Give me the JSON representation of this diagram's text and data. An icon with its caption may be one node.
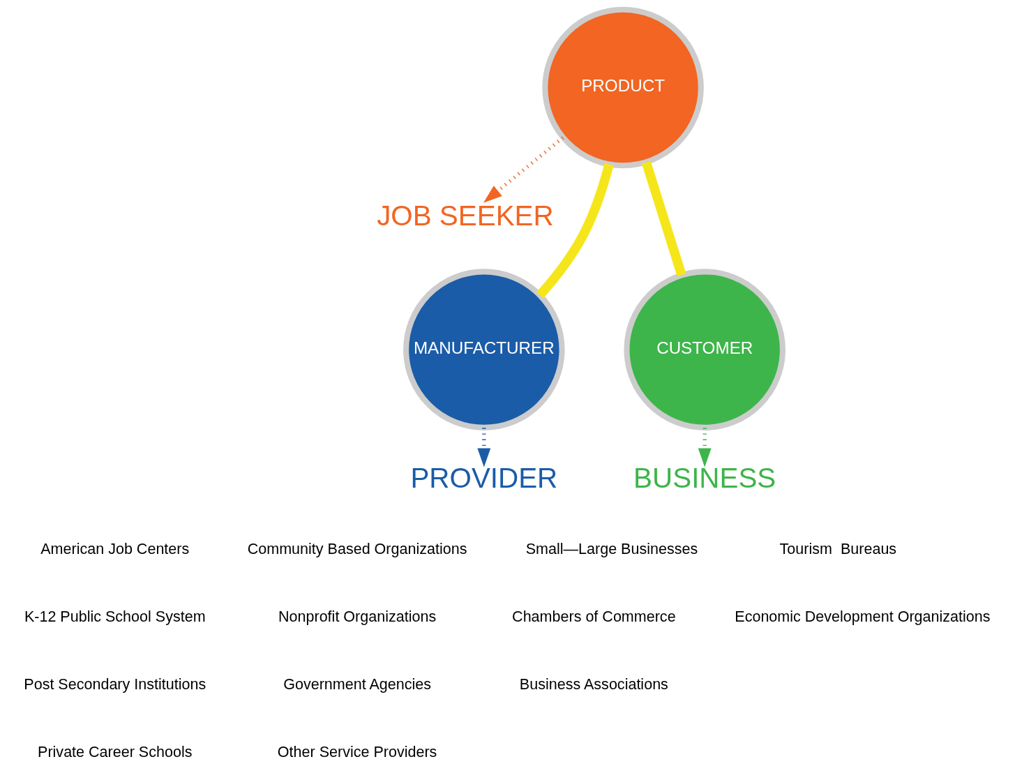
{
  "diagram": {
    "nodes": [
      {
        "text": [
          "PRODUCT"
        ]
      },
      {
        "text": [
          "JOB SEEKER"
        ]
      },
      {
        "text": [
          "MANUFACTURER"
        ]
      },
      {
        "text": [
          "PROVIDER"
        ]
      },
      {
        "text": [
          "CUSTOMER"
        ]
      },
      {
        "text": [
          "BUSINESS"
        ]
      }
    ],
    "edges": [
      {
        "from": 0,
        "to": 2,
        "arrow": "none",
        "style": "thick",
        "color": "#f5e61c"
      },
      {
        "from": 0,
        "to": 4,
        "arrow": "none",
        "style": "thick",
        "color": "#f5e61c"
      },
      {
        "from": 0,
        "to": 1,
        "arrow": "to",
        "style": "dashed",
        "color": "#f26522"
      },
      {
        "from": 2,
        "to": 3,
        "arrow": "to",
        "style": "dashed",
        "color": "#1a5ca8"
      },
      {
        "from": 4,
        "to": 5,
        "arrow": "to",
        "style": "dashed",
        "color": "#3db54a"
      }
    ],
    "labels": [
      "American Job Centers",
      "K-12 Public School System",
      "Post Secondary Institutions",
      "Private Career Schools",
      "Community Based Organizations",
      "Nonprofit Organizations",
      "Government Agencies",
      "Other Service Providers",
      "Small—Large Businesses",
      "Chambers of Commerce",
      "Business Associations",
      "Tourism  Bureaus",
      "Economic Development Organizations"
    ]
  }
}
